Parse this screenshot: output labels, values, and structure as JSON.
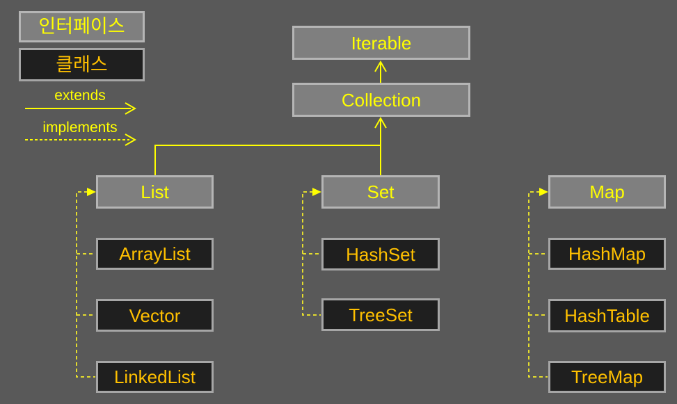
{
  "title": "Java Collection Framework hierarchy diagram",
  "colors": {
    "background": "#595959",
    "interface_fill": "#7f7f7f",
    "interface_border": "#b5b5b5",
    "interface_text": "#ffff00",
    "class_fill": "#1f1f1f",
    "class_border": "#a6a6a6",
    "class_text": "#ffc000",
    "extends_line": "#ffff00",
    "implements_line": "#e3dc2e"
  },
  "legend": {
    "interface_label": "인터페이스",
    "class_label": "클래스",
    "extends_label": "extends",
    "implements_label": "implements"
  },
  "hierarchy": {
    "root": "Iterable",
    "collection": "Collection",
    "columns": [
      {
        "interface": "List",
        "classes": [
          "ArrayList",
          "Vector",
          "LinkedList"
        ]
      },
      {
        "interface": "Set",
        "classes": [
          "HashSet",
          "TreeSet"
        ]
      },
      {
        "interface": "Map",
        "classes": [
          "HashMap",
          "HashTable",
          "TreeMap"
        ]
      }
    ]
  }
}
